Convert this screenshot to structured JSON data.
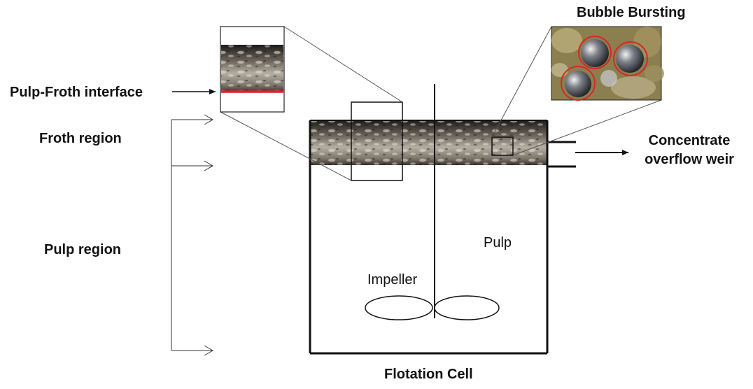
{
  "labels": {
    "bubble_bursting": "Bubble Bursting",
    "pulp_froth_interface": "Pulp-Froth interface",
    "froth_region": "Froth region",
    "pulp_region": "Pulp region",
    "concentrate_line1": "Concentrate",
    "concentrate_line2": "overflow weir",
    "pulp": "Pulp",
    "impeller": "Impeller",
    "flotation_cell": "Flotation Cell"
  },
  "colors": {
    "interface_line": "#e0202a",
    "bubble_circle": "#d62828",
    "froth_dark": "#2e2a26",
    "froth_light": "#b8b2a8",
    "bubble_bg": "#8c7f4f"
  }
}
